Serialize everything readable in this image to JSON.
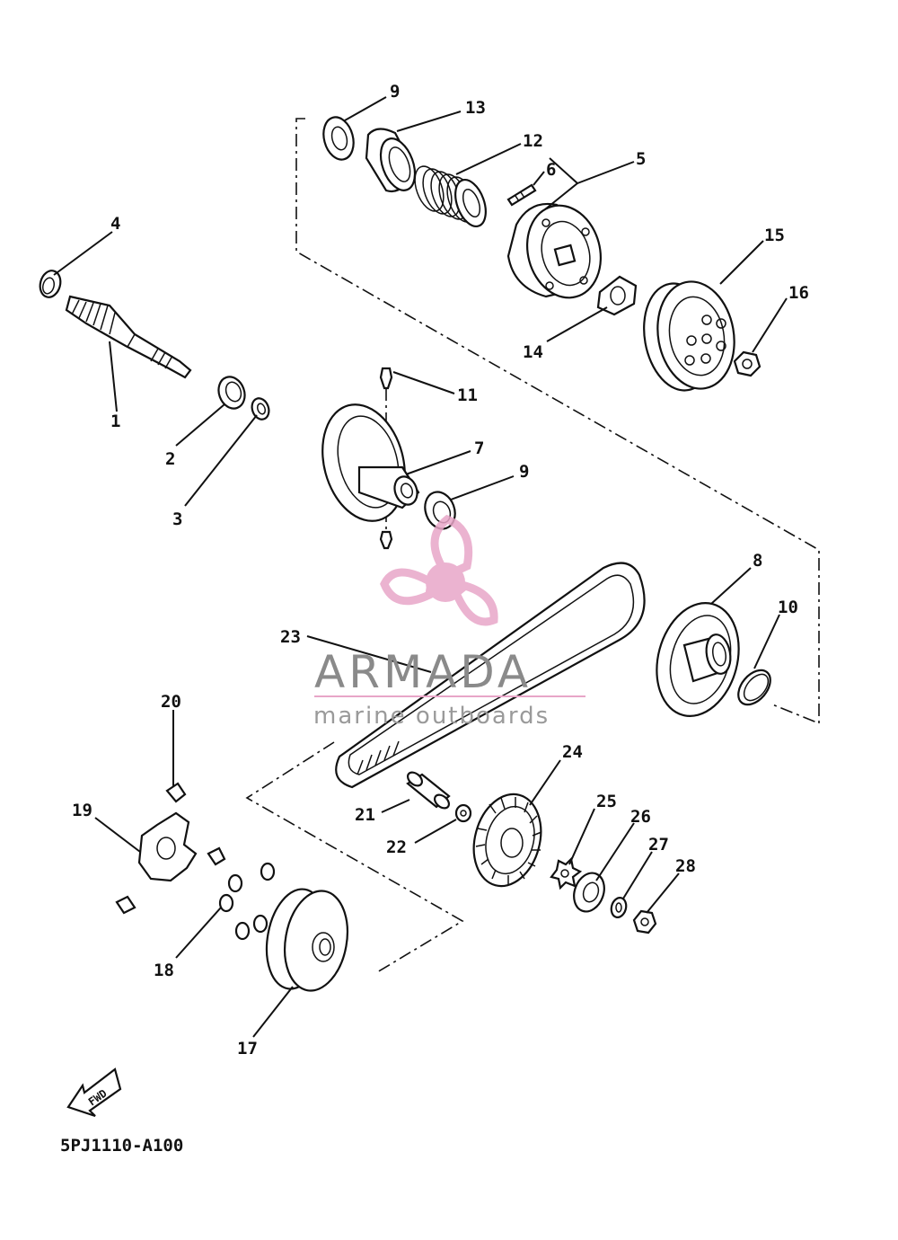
{
  "diagram": {
    "code": "5PJ1110-A100",
    "direction_label": "FWD",
    "callouts": [
      "1",
      "2",
      "3",
      "4",
      "5",
      "6",
      "7",
      "8",
      "9",
      "9",
      "10",
      "11",
      "12",
      "13",
      "14",
      "15",
      "16",
      "17",
      "18",
      "19",
      "20",
      "21",
      "22",
      "23",
      "24",
      "25",
      "26",
      "27",
      "28"
    ]
  },
  "watermark": {
    "title": "ARMADA",
    "subtitle": "marine outboards",
    "logo": "propeller-logo",
    "colors": {
      "logo": "#e8a6c8",
      "text": "#8a8a8a",
      "rule": "#e8a6c8"
    }
  }
}
